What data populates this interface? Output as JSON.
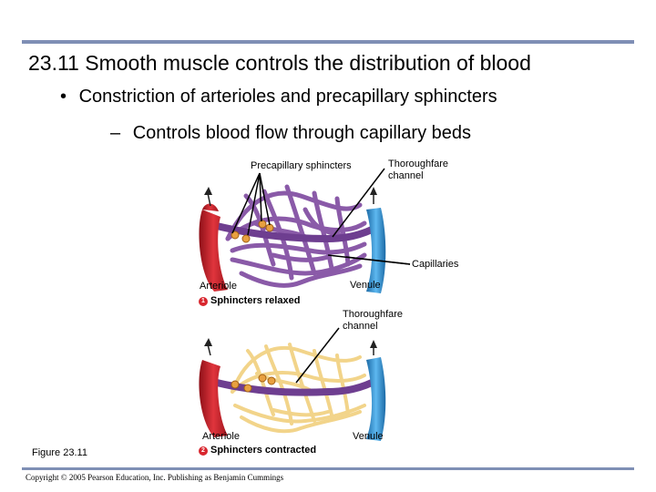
{
  "slide": {
    "title": "23.11 Smooth muscle controls the distribution of blood",
    "bullet_1": "Constriction of arterioles and precapillary sphincters",
    "bullet_2": "Controls blood flow through capillary beds",
    "bullet_1_marker": "•",
    "bullet_2_marker": "–",
    "figure_label": "Figure 23.11",
    "copyright": "Copyright © 2005 Pearson Education, Inc. Publishing as Benjamin Cummings"
  },
  "panel_1": {
    "label_precapillary_sphincters": "Precapillary sphincters",
    "label_thoroughfare_line1": "Thoroughfare",
    "label_thoroughfare_line2": "channel",
    "label_capillaries": "Capillaries",
    "label_arteriole": "Arteriole",
    "label_venule": "Venule",
    "step_number": "1",
    "caption": "Sphincters relaxed"
  },
  "panel_2": {
    "label_thoroughfare_line1": "Thoroughfare",
    "label_thoroughfare_line2": "channel",
    "label_arteriole": "Arteriole",
    "label_venule": "Venule",
    "step_number": "2",
    "caption": "Sphincters contracted"
  },
  "colors": {
    "rule": "#7f8fb5",
    "arteriole": "#c8202c",
    "venule": "#2a8fd0",
    "capillaries_open": "#8a5aa8",
    "capillaries_closed": "#f2d48a",
    "sphincter": "#e8a040",
    "step_badge": "#d8262e"
  }
}
